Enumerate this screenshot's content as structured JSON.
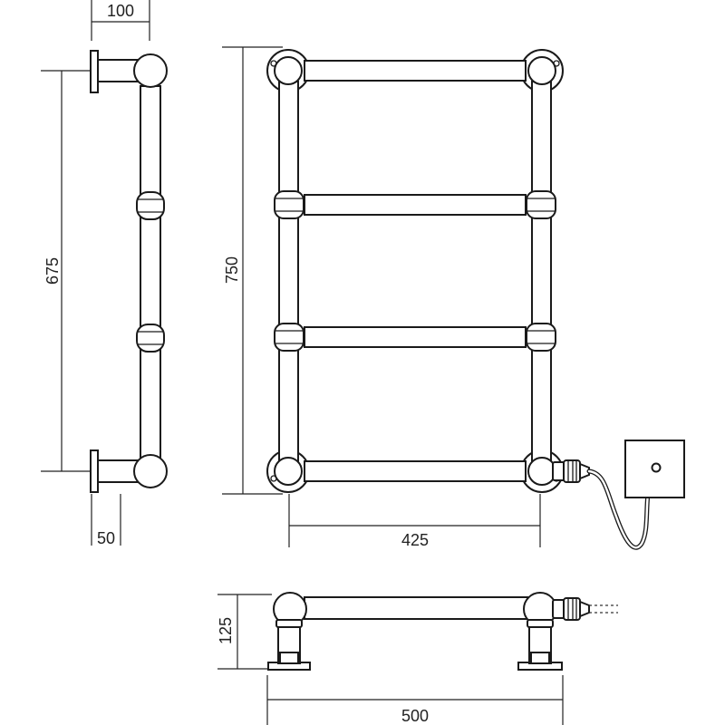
{
  "dimensions": {
    "side_depth": "100",
    "side_height": "675",
    "side_wall_offset": "50",
    "front_height": "750",
    "front_rail_width": "425",
    "top_height": "125",
    "top_width": "500"
  }
}
